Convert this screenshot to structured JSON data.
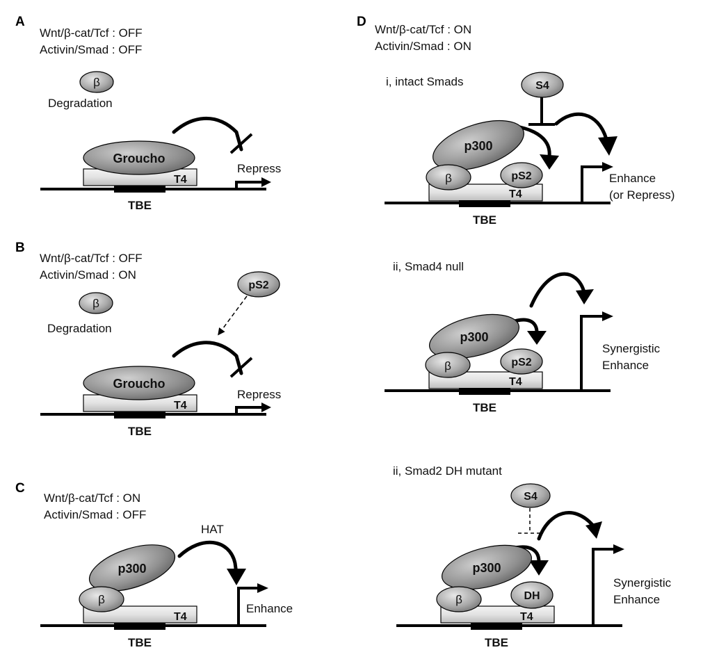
{
  "panels": {
    "A": {
      "letter": "A",
      "wnt_status": "Wnt/β-cat/Tcf : OFF",
      "activin_status": "Activin/Smad : OFF",
      "beta": "β",
      "degradation": "Degradation",
      "groucho": "Groucho",
      "t4": "T4",
      "outcome": "Repress",
      "tbe": "TBE"
    },
    "B": {
      "letter": "B",
      "wnt_status": "Wnt/β-cat/Tcf : OFF",
      "activin_status": "Activin/Smad : ON",
      "beta": "β",
      "degradation": "Degradation",
      "ps2": "pS2",
      "groucho": "Groucho",
      "t4": "T4",
      "outcome": "Repress",
      "tbe": "TBE"
    },
    "C": {
      "letter": "C",
      "wnt_status": "Wnt/β-cat/Tcf : ON",
      "activin_status": "Activin/Smad : OFF",
      "hat": "HAT",
      "p300": "p300",
      "beta": "β",
      "t4": "T4",
      "outcome": "Enhance",
      "tbe": "TBE"
    },
    "D": {
      "letter": "D",
      "wnt_status": "Wnt/β-cat/Tcf : ON",
      "activin_status": "Activin/Smad : ON",
      "sub_i": {
        "title": "i, intact Smads",
        "s4": "S4",
        "p300": "p300",
        "beta": "β",
        "ps2": "pS2",
        "t4": "T4",
        "outcome_line1": "Enhance",
        "outcome_line2": "(or Repress)",
        "tbe": "TBE"
      },
      "sub_ii": {
        "title": "ii, Smad4 null",
        "p300": "p300",
        "beta": "β",
        "ps2": "pS2",
        "t4": "T4",
        "outcome_line1": "Synergistic",
        "outcome_line2": "Enhance",
        "tbe": "TBE"
      },
      "sub_iii": {
        "title": "ii, Smad2 DH mutant",
        "s4": "S4",
        "p300": "p300",
        "beta": "β",
        "dh": "DH",
        "t4": "T4",
        "outcome_line1": "Synergistic",
        "outcome_line2": "Enhance",
        "tbe": "TBE"
      }
    }
  }
}
